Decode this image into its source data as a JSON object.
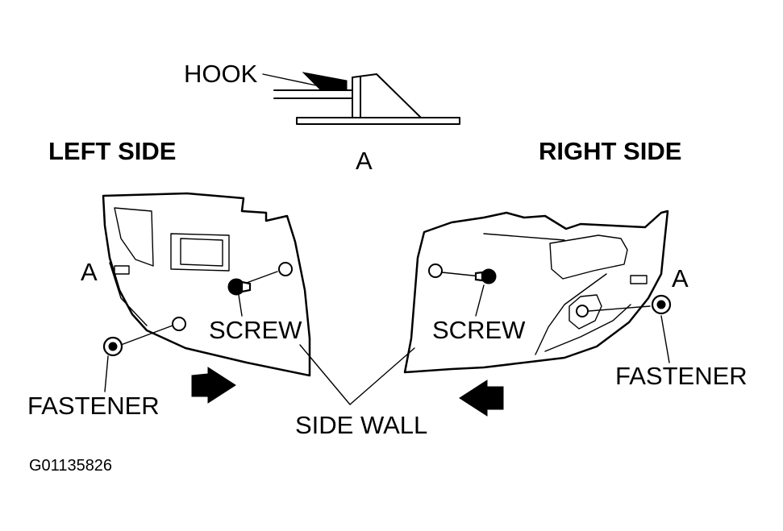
{
  "labels": {
    "hook": "HOOK",
    "detail_letter": "A",
    "left_side": "LEFT SIDE",
    "right_side": "RIGHT SIDE",
    "left_a": "A",
    "right_a": "A",
    "left_screw": "SCREW",
    "right_screw": "SCREW",
    "left_fastener": "FASTENER",
    "right_fastener": "FASTENER",
    "side_wall": "SIDE WALL",
    "figure_id": "G01135826"
  },
  "colors": {
    "ink": "#000000",
    "background": "#ffffff"
  }
}
